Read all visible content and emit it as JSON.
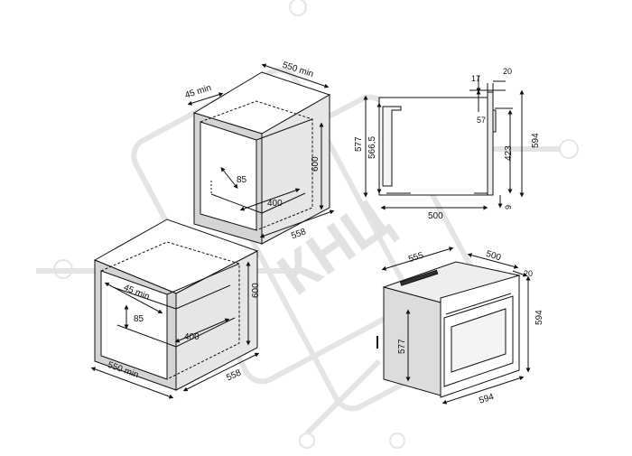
{
  "colors": {
    "line": "#111111",
    "fill_wall": "#d2d2d2",
    "fill_light": "#eeeeee",
    "watermark": "#e4e4e4"
  },
  "watermark": {
    "text": "КНЦ"
  },
  "upper_niche": {
    "depth_top": "550 min",
    "vent": "45 min",
    "height": "600",
    "inner_height": "85",
    "inner_depth": "400",
    "width": "558"
  },
  "lower_niche": {
    "vent": "45 min",
    "inner_height": "85",
    "inner_depth": "400",
    "height": "600",
    "depth_bottom": "550 min",
    "width": "558"
  },
  "side_view": {
    "door_thickness": "17",
    "panel_thickness": "20",
    "overall_height": "577",
    "inner_height": "566,5",
    "handle_offset": "57",
    "front_height": "594",
    "mount_height": "423",
    "depth": "500",
    "bottom_offset": "9"
  },
  "perspective_view": {
    "width": "555",
    "depth": "500",
    "panel": "20",
    "front_height": "594",
    "body_height": "577",
    "front_width": "594"
  }
}
